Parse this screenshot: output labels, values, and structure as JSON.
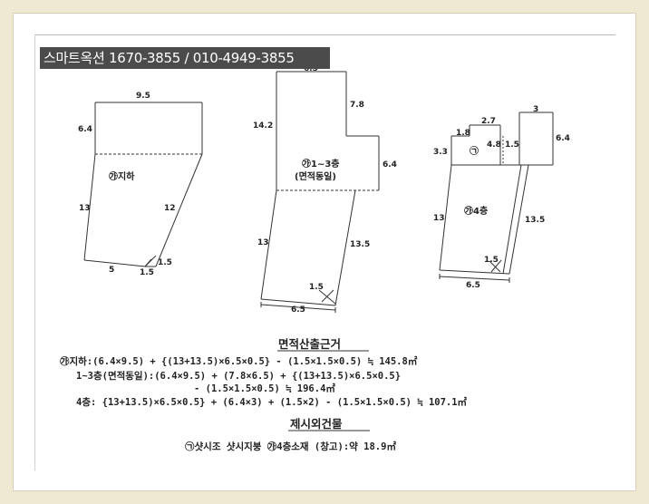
{
  "banner": {
    "text": "스마트옥션 1670-3855 / 010-4949-3855"
  },
  "basement": {
    "label": "㉮지하",
    "dims": {
      "top": "9.5",
      "left_upper": "6.4",
      "left_lower": "13",
      "right_lower": "12",
      "bottom": "5",
      "notch_vertical": "1.5",
      "notch_horizontal": "1.5"
    }
  },
  "floors13": {
    "label_line1": "㉮1~3층",
    "label_line2": "(면적동일)",
    "dims": {
      "top": "6.5",
      "upper_step": "7.8",
      "left_upper": "14.2",
      "right_mid": "6.4",
      "left_lower": "13",
      "right_lower": "13.5",
      "notch": "1.5",
      "bottom": "6.5"
    }
  },
  "floor4": {
    "label": "㉮4층",
    "annex_label": "㉠",
    "dims": {
      "step_left_h": "1.8",
      "step_top": "2.7",
      "top_right": "3",
      "left_short": "3.3",
      "mid_height": "4.8",
      "mid_width": "1.5",
      "right_upper": "6.4",
      "left_lower": "13",
      "right_lower": "13.5",
      "notch": "1.5",
      "bottom": "6.5"
    }
  },
  "area_calc": {
    "title": "면적산출근거",
    "lines": [
      "㉮지하:(6.4×9.5) + {(13+13.5)×6.5×0.5} - (1.5×1.5×0.5) ≒ 145.8㎡",
      "1~3층(면적동일):(6.4×9.5) + (7.8×6.5) + {(13+13.5)×6.5×0.5}",
      "- (1.5×1.5×0.5) ≒ 196.4㎡",
      "4층: {13+13.5)×6.5×0.5} + (6.4×3) + (1.5×2) - (1.5×1.5×0.5) ≒ 107.1㎡"
    ]
  },
  "excluded": {
    "title": "제시외건물",
    "line": "㉠샷시조 샷시지붕 ㉮4층소재 (창고):약 18.9㎡"
  }
}
